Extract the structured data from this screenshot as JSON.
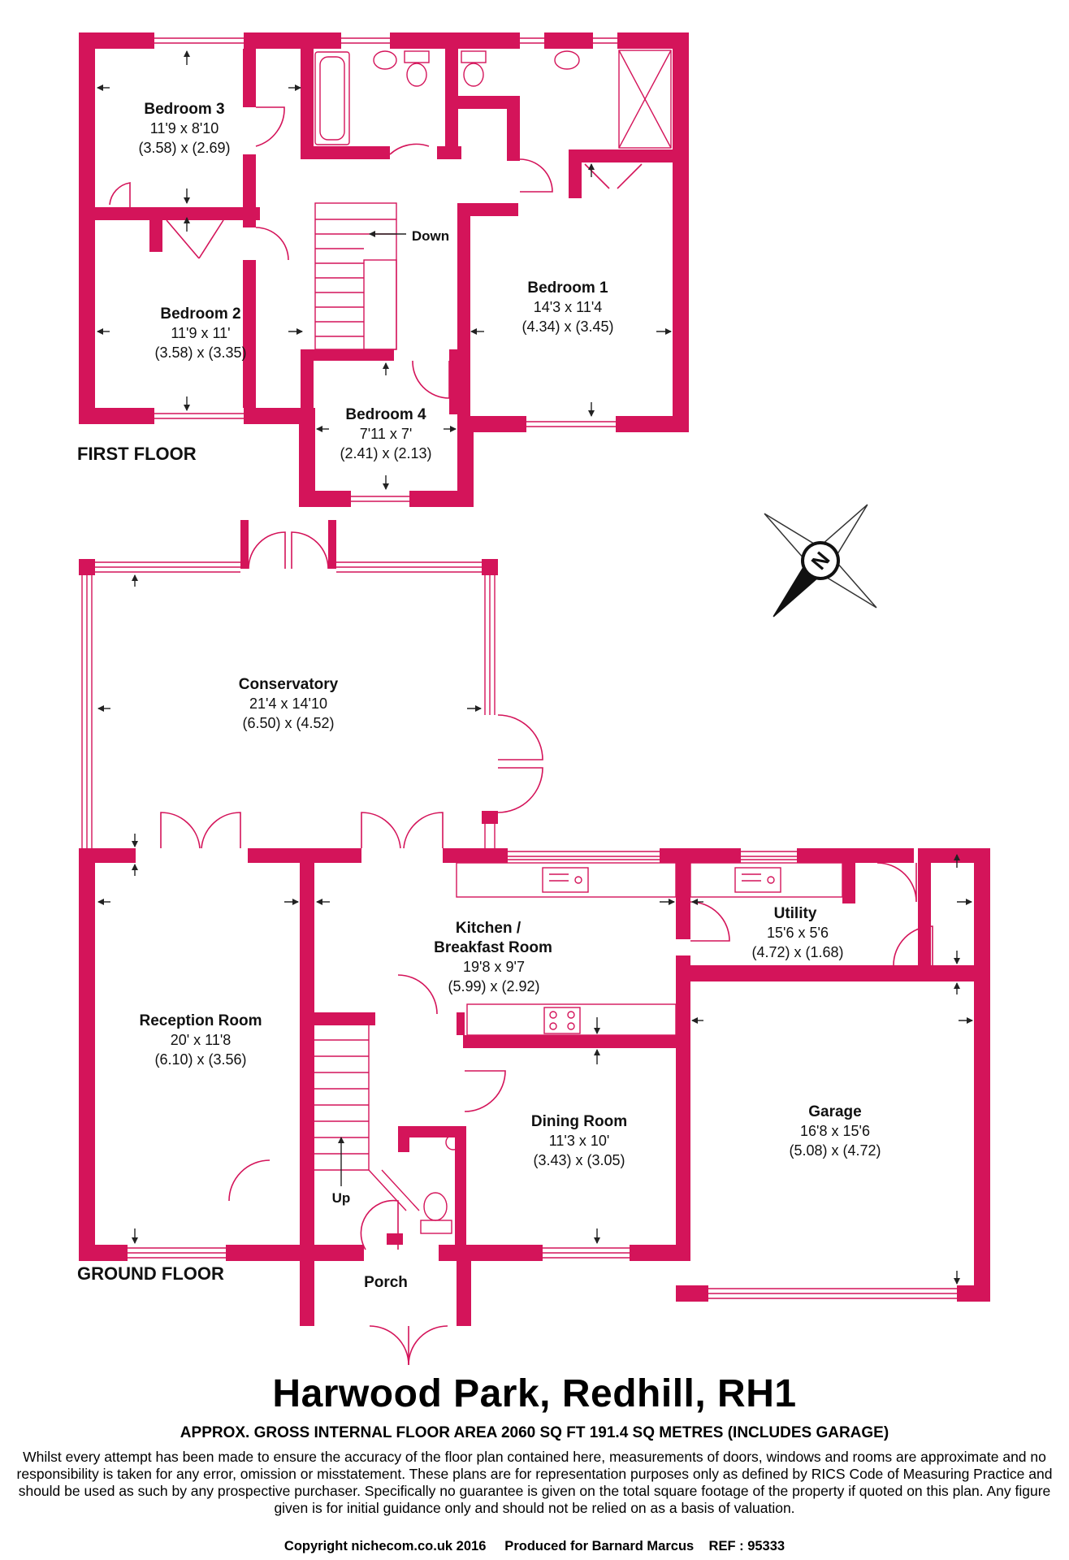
{
  "property": {
    "title": "Harwood Park, Redhill, RH1",
    "area_summary": "APPROX. GROSS INTERNAL FLOOR AREA 2060 SQ FT 191.4 SQ METRES (INCLUDES GARAGE)",
    "disclaimer": "Whilst every attempt has been made to ensure the accuracy of the floor plan contained here, measurements of doors, windows and rooms are approximate and no responsibility is taken for any error, omission or misstatement. These plans are for representation purposes only as defined by RICS Code of Measuring Practice and should be used as such by any prospective purchaser.  Specifically no guarantee is given on the total square footage of the property if quoted on this plan. Any figure given is for initial guidance only and should not be relied on as a basis of valuation.",
    "copyright": "Copyright nichecom.co.uk 2016     Produced for Barnard Marcus    REF : 95333"
  },
  "floors": {
    "first": "FIRST FLOOR",
    "ground": "GROUND FLOOR"
  },
  "stairs": {
    "down": "Down",
    "up": "Up"
  },
  "compass": {
    "label": "N"
  },
  "rooms": {
    "bedroom3": {
      "name": "Bedroom 3",
      "imperial": "11'9 x 8'10",
      "metric": "(3.58) x (2.69)"
    },
    "bedroom2": {
      "name": "Bedroom 2",
      "imperial": "11'9 x 11'",
      "metric": "(3.58) x (3.35)"
    },
    "bedroom1": {
      "name": "Bedroom 1",
      "imperial": "14'3 x 11'4",
      "metric": "(4.34) x (3.45)"
    },
    "bedroom4": {
      "name": "Bedroom 4",
      "imperial": "7'11 x 7'",
      "metric": "(2.41) x (2.13)"
    },
    "conservatory": {
      "name": "Conservatory",
      "imperial": "21'4 x 14'10",
      "metric": "(6.50) x (4.52)"
    },
    "kitchen": {
      "name_line1": "Kitchen /",
      "name_line2": "Breakfast Room",
      "imperial": "19'8 x 9'7",
      "metric": "(5.99) x (2.92)"
    },
    "utility": {
      "name": "Utility",
      "imperial": "15'6 x 5'6",
      "metric": "(4.72) x (1.68)"
    },
    "reception": {
      "name": "Reception Room",
      "imperial": "20' x 11'8",
      "metric": "(6.10) x (3.56)"
    },
    "dining": {
      "name": "Dining Room",
      "imperial": "11'3 x 10'",
      "metric": "(3.43) x (3.05)"
    },
    "garage": {
      "name": "Garage",
      "imperial": "16'8 x 15'6",
      "metric": "(5.08) x (4.72)"
    },
    "porch": {
      "name": "Porch"
    }
  },
  "colors": {
    "wall": "#d4145a",
    "text": "#111111"
  }
}
